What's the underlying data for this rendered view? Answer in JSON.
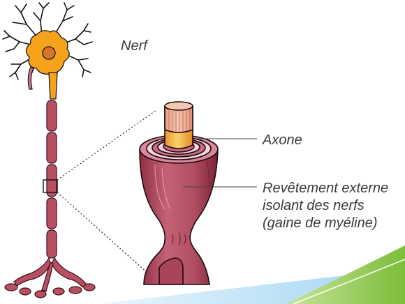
{
  "labels": {
    "nerf": "Nerf",
    "axone": "Axone",
    "gaine": [
      "Revêtement externe",
      "isolant des nerfs",
      "(gaine de myéline)"
    ]
  },
  "colors": {
    "soma": "#f7a21b",
    "nucleus": "#d9762b",
    "myelin": "#b84f63",
    "axon_core": "#f3b53a",
    "callout_line": "#444444",
    "accent_green": "#8cc63f",
    "accent_blue": "#3aa6e0"
  }
}
